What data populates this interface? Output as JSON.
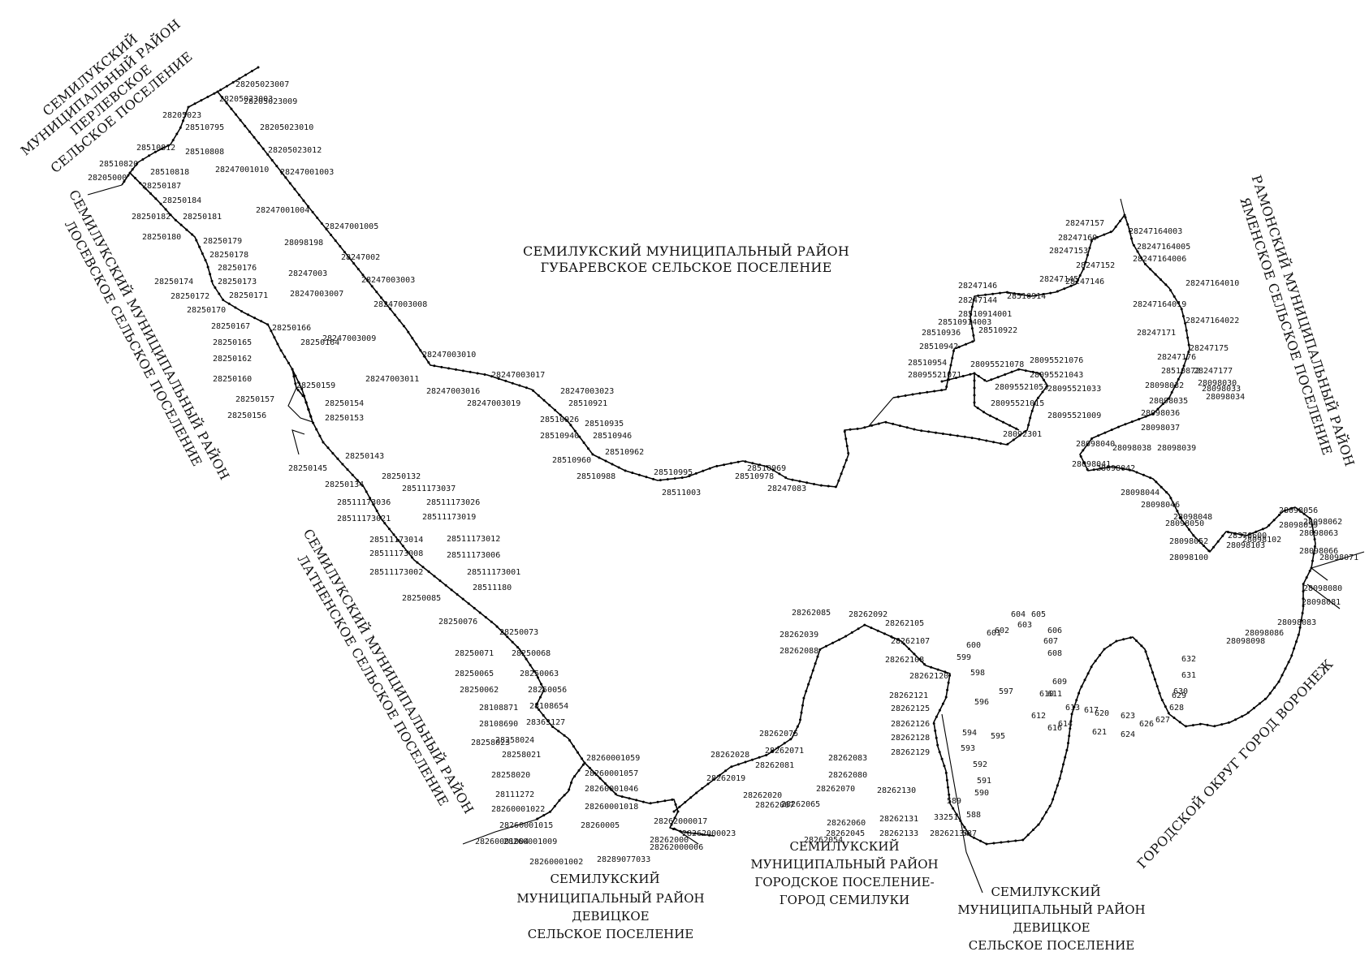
{
  "regions": {
    "perlevskoe": [
      "СЕМИЛУКСКИЙ",
      "МУНИЦИПАЛЬНЫЙ РАЙОН",
      "ПЕРЛЕВСКОЕ",
      "СЕЛЬСКОЕ ПОСЕЛЕНИЕ"
    ],
    "losevskoe": [
      "СЕМИЛУКСКИЙ МУНИЦИПАЛЬНЫЙ РАЙОН",
      "ЛОСЕВСКОЕ СЕЛЬСКОЕ ПОСЕЛЕНИЕ"
    ],
    "gubarevskoe": [
      "СЕМИЛУКСКИЙ МУНИЦИПАЛЬНЫЙ РАЙОН",
      "ГУБАРЕВСКОЕ СЕЛЬСКОЕ ПОСЕЛЕНИЕ"
    ],
    "ramonsky": [
      "РАМОНСКИЙ МУНИЦИПАЛЬНЫЙ РАЙОН",
      "ЯМЕНСКОЕ СЕЛЬСКОЕ ПОСЕЛЕНИЕ"
    ],
    "latnenskoe": [
      "СЕМИЛУКСКИЙ МУНИЦИПАЛЬНЫЙ РАЙОН",
      "ЛАТНЕНСКОЕ СЕЛЬСКОЕ ПОСЕЛЕНИЕ"
    ],
    "devitskoe_1": [
      "СЕМИЛУКСКИЙ",
      "МУНИЦИПАЛЬНЫЙ РАЙОН",
      "ДЕВИЦКОЕ",
      "СЕЛЬСКОЕ ПОСЕЛЕНИЕ"
    ],
    "semiluki_town": [
      "СЕМИЛУКСКИЙ",
      "МУНИЦИПАЛЬНЫЙ РАЙОН",
      "ГОРОДСКОЕ ПОСЕЛЕНИЕ-",
      "ГОРОД СЕМИЛУКИ"
    ],
    "devitskoe_2": [
      "СЕМИЛУКСКИЙ",
      "МУНИЦИПАЛЬНЫЙ РАЙОН",
      "ДЕВИЦКОЕ",
      "СЕЛЬСКОЕ ПОСЕЛЕНИЕ"
    ],
    "voronezh": [
      "ГОРОДСКОЙ ОКРУГ ГОРОД ВОРОНЕЖ"
    ]
  },
  "points": [
    "28205023007",
    "28205023003",
    "28205023009",
    "28205023",
    "28510795",
    "28205023010",
    "28510812",
    "28510808",
    "28205023012",
    "28510820",
    "28510818",
    "28247001010",
    "28205000",
    "28250187",
    "28247001003",
    "28250184",
    "28250182",
    "28250181",
    "28247001004",
    "28247001005",
    "28250180",
    "28250179",
    "28098198",
    "28250178",
    "28247002",
    "28250176",
    "28250174",
    "28250173",
    "28247003",
    "28247003003",
    "28250172",
    "28250171",
    "28250170",
    "28250167",
    "28247003007",
    "28247003008",
    "28250166",
    "28250165",
    "28250164",
    "28250162",
    "28247003009",
    "28250160",
    "28250159",
    "28247003010",
    "28250157",
    "28250154",
    "28250156",
    "28250153",
    "28247003011",
    "28247003016",
    "28247003017",
    "28247003019",
    "28247003023",
    "28510921",
    "28510926",
    "28510935",
    "28510940",
    "28510946",
    "28510960",
    "28510962",
    "28510988",
    "28510995",
    "28511003",
    "28510969",
    "28510978",
    "28247083",
    "28250143",
    "28250145",
    "28250134",
    "28250132",
    "28511173037",
    "28511173036",
    "28511173026",
    "28511173021",
    "28511173019",
    "28511173014",
    "28511173012",
    "28511173008",
    "28511173006",
    "28511173002",
    "28511173001",
    "28250085",
    "28511180",
    "28250076",
    "28250073",
    "28250071",
    "28250068",
    "28250065",
    "28250063",
    "28250062",
    "28250056",
    "28108871",
    "28108654",
    "28108690",
    "28363127",
    "28258024",
    "28258023",
    "28258021",
    "28258020",
    "28260001059",
    "28260001057",
    "28111272",
    "28260001046",
    "28260001022",
    "28260001018",
    "28260001015",
    "28260001009",
    "28260005",
    "28260001004",
    "28260001002",
    "28289077033",
    "28262000",
    "28262000017",
    "28262000006",
    "28262000023",
    "28262028",
    "28262019",
    "28262020",
    "28262075",
    "28262071",
    "28262081",
    "28262083",
    "28262080",
    "28262070",
    "28262067",
    "28262065",
    "28262060",
    "28262045",
    "28262054",
    "28262039",
    "28262088",
    "28262085",
    "28262092",
    "28262105",
    "28262107",
    "28262108",
    "28262120",
    "28262121",
    "28262125",
    "28262126",
    "28262128",
    "28262129",
    "28262130",
    "28262131",
    "28262133",
    "28262134",
    "33251",
    "587",
    "588",
    "589",
    "590",
    "591",
    "592",
    "593",
    "594",
    "595",
    "596",
    "597",
    "598",
    "599",
    "600",
    "601",
    "602",
    "603",
    "604",
    "605",
    "606",
    "607",
    "608",
    "609",
    "610",
    "611",
    "612",
    "613",
    "614",
    "616",
    "617",
    "620",
    "621",
    "623",
    "624",
    "626",
    "627",
    "628",
    "629",
    "630",
    "631",
    "632",
    "28098098",
    "28098086",
    "28098083",
    "28098081",
    "28098080",
    "28098071",
    "28098066",
    "28098063",
    "28098062",
    "28098059",
    "28098056",
    "28098103",
    "28376600",
    "28098102",
    "28098100",
    "28098052",
    "28098050",
    "28098048",
    "28098046",
    "28098044",
    "28098042",
    "28098041",
    "28098040",
    "28098039",
    "28098038",
    "28098037",
    "28098036",
    "28098035",
    "28098034",
    "28098033",
    "28098032",
    "28098030",
    "28510872",
    "28247177",
    "28247176",
    "28247175",
    "28247171",
    "28247164022",
    "28247164019",
    "28247164010",
    "28247164006",
    "28247164005",
    "28247164003",
    "28247157",
    "28247160",
    "28247153",
    "28247152",
    "28247146",
    "28247145",
    "28247146",
    "28247144",
    "28510914001",
    "28510914",
    "28510914003",
    "28510922",
    "28510936",
    "28510942",
    "28510954",
    "28095521071",
    "28095521078",
    "28095521076",
    "28095521043",
    "28095521053",
    "28095521033",
    "28095521015",
    "28095521009",
    "28092301"
  ]
}
